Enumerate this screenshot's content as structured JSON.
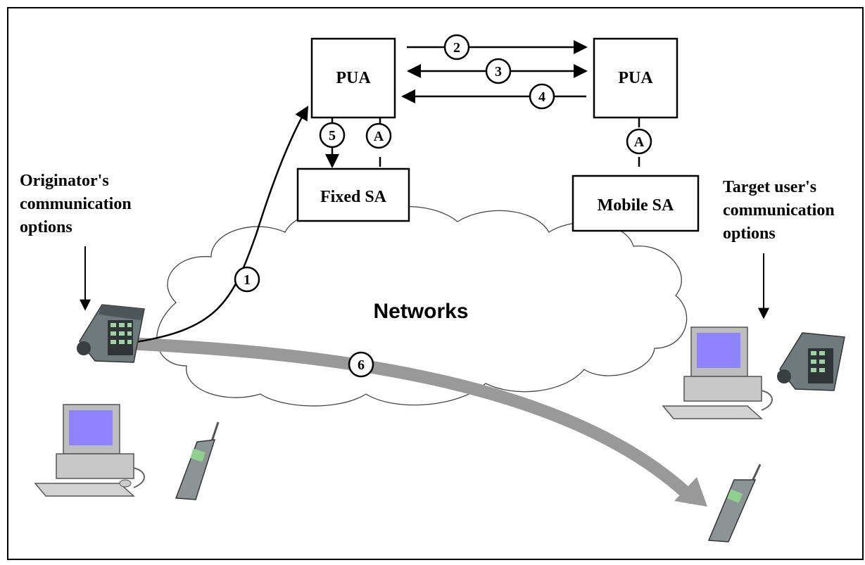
{
  "boxes": {
    "pua_left": "PUA",
    "pua_right": "PUA",
    "fixed_sa": "Fixed SA",
    "mobile_sa": "Mobile SA"
  },
  "cloud": {
    "label": "Networks"
  },
  "left_caption": [
    "Originator's",
    "communication",
    "options"
  ],
  "right_caption": [
    "Target user's",
    "communication",
    "options"
  ],
  "steps": {
    "s1": "1",
    "s2": "2",
    "s3": "3",
    "s4": "4",
    "s5": "5",
    "s6": "6",
    "a_left": "A",
    "a_right": "A"
  }
}
